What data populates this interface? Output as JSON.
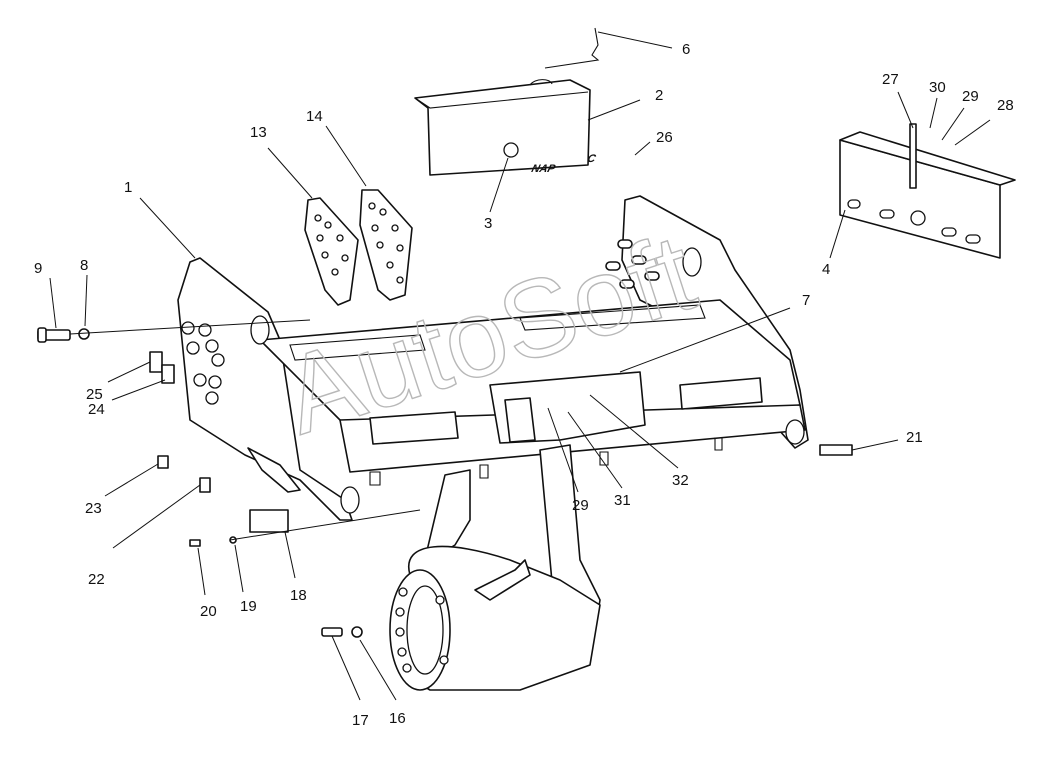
{
  "watermark": "AutoSoft",
  "decal_text": [
    "NAP",
    "C"
  ],
  "callouts": [
    {
      "id": "c1",
      "label": "1"
    },
    {
      "id": "c2",
      "label": "2"
    },
    {
      "id": "c3",
      "label": "3"
    },
    {
      "id": "c4",
      "label": "4"
    },
    {
      "id": "c6",
      "label": "6"
    },
    {
      "id": "c7",
      "label": "7"
    },
    {
      "id": "c8",
      "label": "8"
    },
    {
      "id": "c9",
      "label": "9"
    },
    {
      "id": "c13",
      "label": "13"
    },
    {
      "id": "c14",
      "label": "14"
    },
    {
      "id": "c16",
      "label": "16"
    },
    {
      "id": "c17",
      "label": "17"
    },
    {
      "id": "c18",
      "label": "18"
    },
    {
      "id": "c19",
      "label": "19"
    },
    {
      "id": "c20",
      "label": "20"
    },
    {
      "id": "c21",
      "label": "21"
    },
    {
      "id": "c22",
      "label": "22"
    },
    {
      "id": "c23",
      "label": "23"
    },
    {
      "id": "c24",
      "label": "24"
    },
    {
      "id": "c25",
      "label": "25"
    },
    {
      "id": "c26",
      "label": "26"
    },
    {
      "id": "c27",
      "label": "27"
    },
    {
      "id": "c28",
      "label": "28"
    },
    {
      "id": "c29a",
      "label": "29"
    },
    {
      "id": "c29b",
      "label": "29"
    },
    {
      "id": "c30",
      "label": "30"
    },
    {
      "id": "c31",
      "label": "31"
    },
    {
      "id": "c32",
      "label": "32"
    }
  ]
}
